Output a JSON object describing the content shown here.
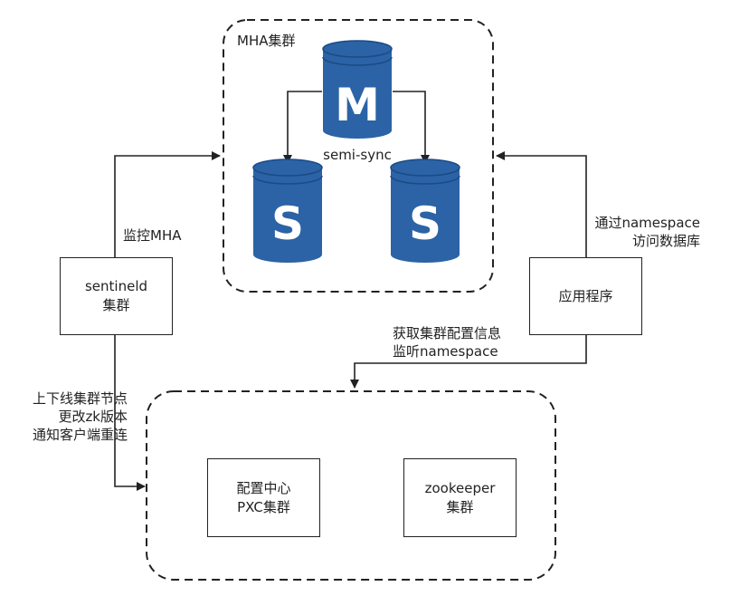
{
  "mha_cluster": {
    "title": "MHA集群",
    "master_letter": "M",
    "slave_letter": "S",
    "replication_label": "semi-sync",
    "db_color": "#2b63a6",
    "db_dark": "#1b4a86"
  },
  "sentineld": {
    "line1": "sentineld",
    "line2": "集群"
  },
  "app": {
    "label": "应用程序"
  },
  "config_cluster": {
    "config_center": {
      "line1": "配置中心",
      "line2": "PXC集群"
    },
    "zookeeper": {
      "line1": "zookeeper",
      "line2": "集群"
    }
  },
  "edges": {
    "monitor": "监控MHA",
    "access": {
      "line1": "通过namespace",
      "line2": "访问数据库"
    },
    "fetch": {
      "line1": "获取集群配置信息",
      "line2": "监听namespace"
    },
    "notify": {
      "line1": "上下线集群节点",
      "line2": "更改zk版本",
      "line3": "通知客户端重连"
    }
  }
}
